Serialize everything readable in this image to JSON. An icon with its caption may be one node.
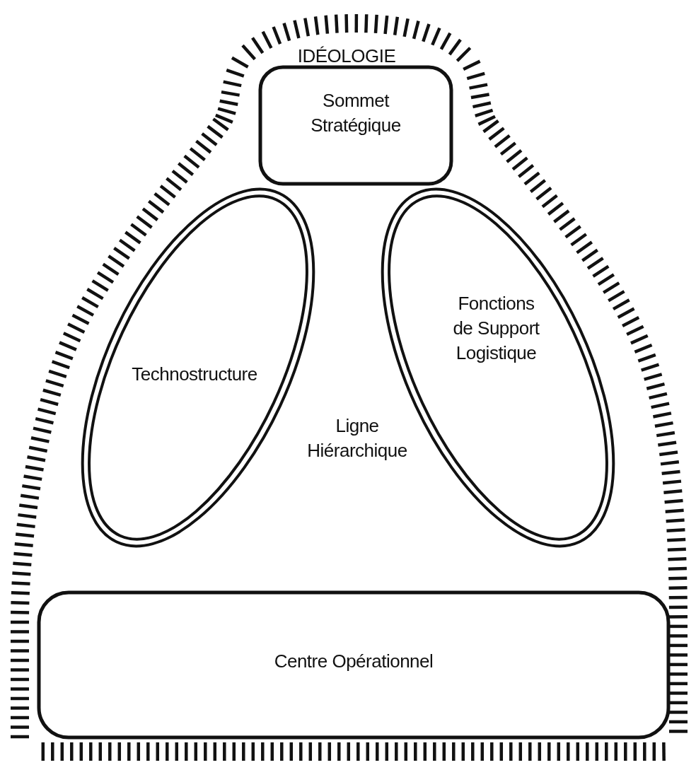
{
  "diagram": {
    "nodes": [
      {
        "text": [
          "IDÉOLOGIE"
        ]
      },
      {
        "text": [
          "Sommet Stratégique"
        ],
        "in": 0
      },
      {
        "text": [
          "Technostructure"
        ],
        "in": 0
      },
      {
        "text": [
          "Fonctions de Support Logistique"
        ],
        "in": 0
      },
      {
        "text": [
          "Ligne Hiérarchique"
        ],
        "in": 0
      },
      {
        "text": [
          "Centre Opérationnel"
        ],
        "in": 0
      }
    ]
  }
}
